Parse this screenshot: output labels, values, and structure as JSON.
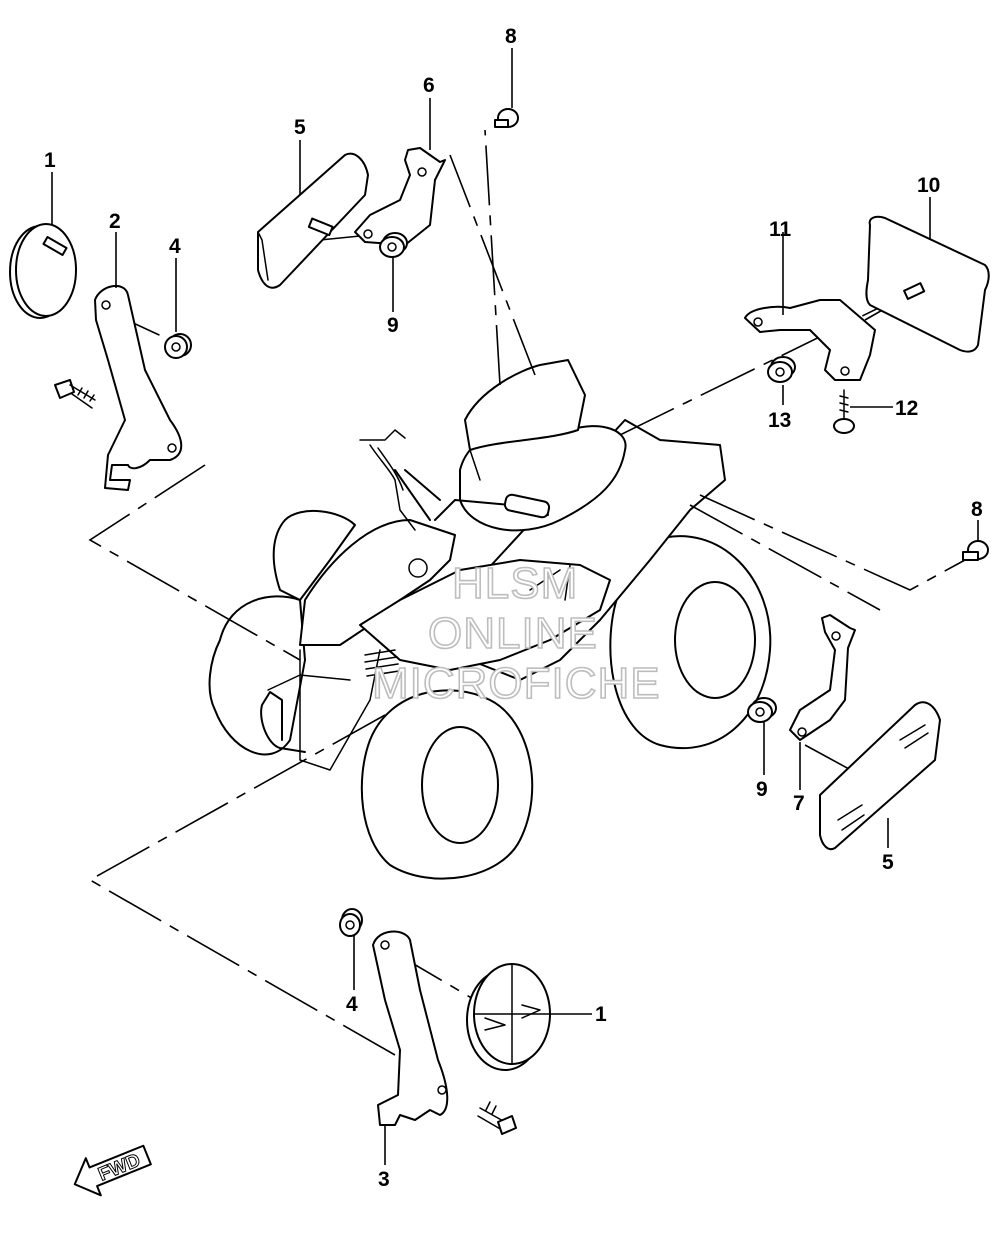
{
  "callouts": {
    "c1a": "1",
    "c1b": "1",
    "c2": "2",
    "c3": "3",
    "c4a": "4",
    "c4b": "4",
    "c5a": "5",
    "c5b": "5",
    "c6": "6",
    "c7": "7",
    "c8a": "8",
    "c8b": "8",
    "c9a": "9",
    "c9b": "9",
    "c10": "10",
    "c11": "11",
    "c12": "12",
    "c13": "13"
  },
  "watermark": {
    "line1": "HLSM",
    "line2": "ONLINE",
    "line3": "MICROFICHE"
  },
  "direction_label": "FWD"
}
